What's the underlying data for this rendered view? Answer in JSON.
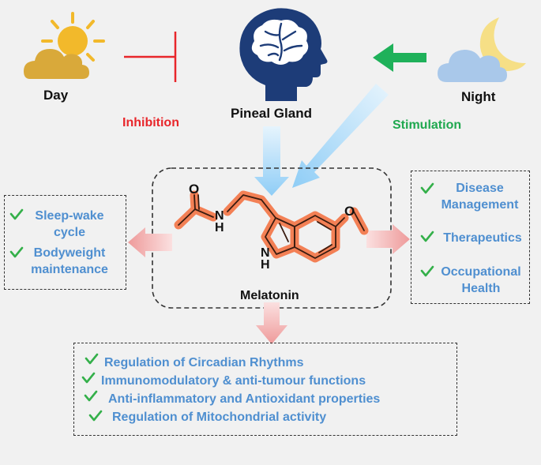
{
  "day": {
    "label": "Day"
  },
  "night": {
    "label": "Night"
  },
  "pineal": {
    "label": "Pineal Gland"
  },
  "inhibition": {
    "label": "Inhibition"
  },
  "stimulation": {
    "label": "Stimulation"
  },
  "molecule": {
    "label": "Melatonin",
    "atoms": {
      "o_carbonyl": "O",
      "n_amide": "N\nH",
      "o_methoxy": "O",
      "n_indole": "N\nH"
    }
  },
  "left_box": {
    "items": [
      "Sleep-wake cycle",
      "Bodyweight maintenance"
    ],
    "lines": [
      [
        "Sleep-wake",
        "cycle"
      ],
      [
        "Bodyweight",
        "maintenance"
      ]
    ]
  },
  "right_box": {
    "items": [
      "Disease Management",
      "Therapeutics",
      "Occupational Health"
    ],
    "lines": [
      [
        "Disease",
        "Management"
      ],
      [
        "Therapeutics"
      ],
      [
        "Occupational",
        "Health"
      ]
    ]
  },
  "bottom_box": {
    "items": [
      "Regulation of Circadian Rhythms",
      "Immunomodulatory & anti-tumour functions",
      "Anti-inflammatory and Antioxidant properties",
      "Regulation of Mitochondrial activity"
    ]
  },
  "check": "✓",
  "colors": {
    "red": "#e8262b",
    "green": "#1fa84f",
    "blue_text": "#4f8fd0",
    "molecule": "#f26a3d",
    "pink_arrow": "#f2a6a6",
    "blue_arrow": "#9fd3f6",
    "head": "#1d3c78",
    "sun": "#f2b92b",
    "cloud_day": "#d9a93a",
    "cloud_night": "#a9c8ea",
    "moon": "#f6df86"
  }
}
